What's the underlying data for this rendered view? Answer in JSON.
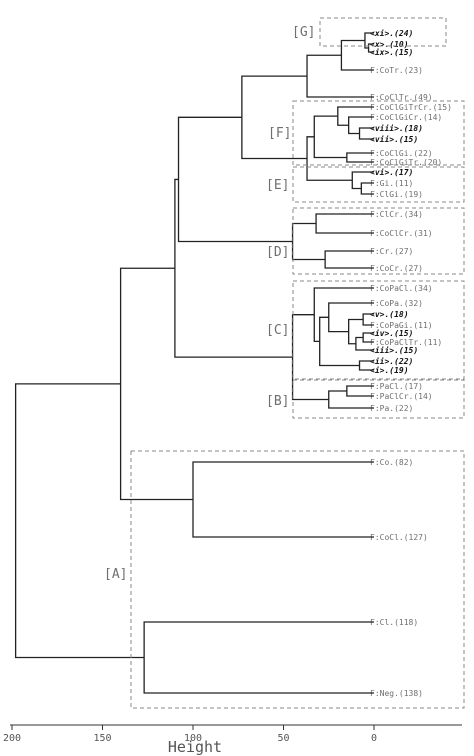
{
  "axis": {
    "xlabel": "Height",
    "ticks": [
      200,
      150,
      100,
      50,
      0
    ]
  },
  "groups": [
    {
      "label": "[A]"
    },
    {
      "label": "[B]"
    },
    {
      "label": "[C]"
    },
    {
      "label": "[D]"
    },
    {
      "label": "[E]"
    },
    {
      "label": "[F]"
    },
    {
      "label": "[G]"
    }
  ],
  "leaves": [
    {
      "label": "<xi>.(24)",
      "hl": true
    },
    {
      "label": "<x>.(10)",
      "hl": true
    },
    {
      "label": "<ix>.(15)",
      "hl": true
    },
    {
      "label": "F:CoTr.(23)",
      "hl": false
    },
    {
      "label": "F:CoClTr.(49)",
      "hl": false
    },
    {
      "label": "F:CoClGiTrCr.(15)",
      "hl": false
    },
    {
      "label": "F:CoClGiCr.(14)",
      "hl": false
    },
    {
      "label": "<viii>.(18)",
      "hl": true
    },
    {
      "label": "<vii>.(15)",
      "hl": true
    },
    {
      "label": "F:CoClGi.(22)",
      "hl": false
    },
    {
      "label": "F:CoClGiTr.(20)",
      "hl": false
    },
    {
      "label": "<vi>.(17)",
      "hl": true
    },
    {
      "label": "F:Gi.(11)",
      "hl": false
    },
    {
      "label": "F:ClGi.(19)",
      "hl": false
    },
    {
      "label": "F:ClCr.(34)",
      "hl": false
    },
    {
      "label": "F:CoClCr.(31)",
      "hl": false
    },
    {
      "label": "F:Cr.(27)",
      "hl": false
    },
    {
      "label": "F:CoCr.(27)",
      "hl": false
    },
    {
      "label": "F:CoPaCl.(34)",
      "hl": false
    },
    {
      "label": "F:CoPa.(32)",
      "hl": false
    },
    {
      "label": "<v>.(18)",
      "hl": true
    },
    {
      "label": "F:CoPaGi.(11)",
      "hl": false
    },
    {
      "label": "<iv>.(15)",
      "hl": true
    },
    {
      "label": "F:CoPaClTr.(11)",
      "hl": false
    },
    {
      "label": "<iii>.(15)",
      "hl": true
    },
    {
      "label": "<ii>.(22)",
      "hl": true
    },
    {
      "label": "<i>.(19)",
      "hl": true
    },
    {
      "label": "F:PaCl.(17)",
      "hl": false
    },
    {
      "label": "F:PaClCr.(14)",
      "hl": false
    },
    {
      "label": "F:Pa.(22)",
      "hl": false
    },
    {
      "label": "F:Co.(82)",
      "hl": false
    },
    {
      "label": "F:CoCl.(127)",
      "hl": false
    },
    {
      "label": "F:Cl.(118)",
      "hl": false
    },
    {
      "label": "F:Neg.(138)",
      "hl": false
    }
  ]
}
